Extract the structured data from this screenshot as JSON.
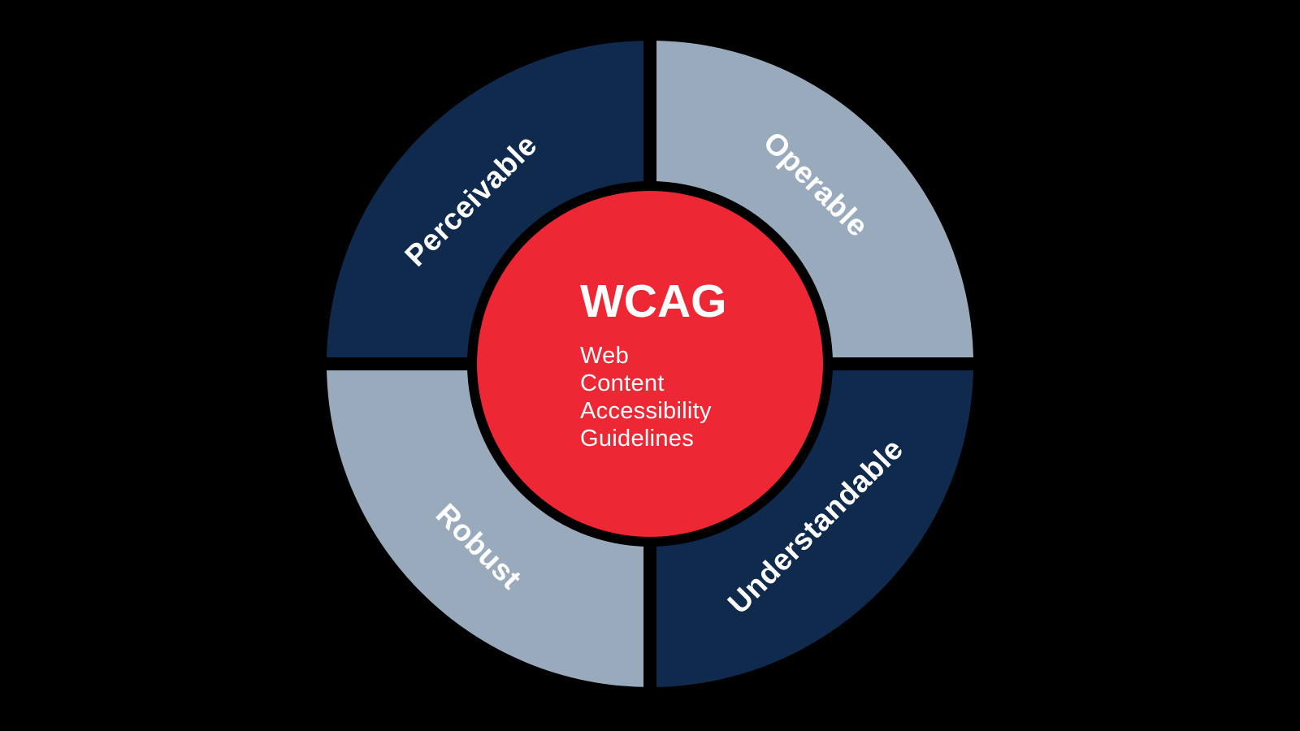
{
  "diagram": {
    "name": "WCAG principles wheel",
    "center": {
      "title": "WCAG",
      "subtitle_lines": [
        "Web",
        "Content",
        "Accessibility",
        "Guidelines"
      ]
    },
    "quadrants": [
      {
        "label": "Perceivable",
        "position": "top-left",
        "color": "#102a4e"
      },
      {
        "label": "Operable",
        "position": "top-right",
        "color": "#98aabb"
      },
      {
        "label": "Understandable",
        "position": "bottom-right",
        "color": "#102a4e"
      },
      {
        "label": "Robust",
        "position": "bottom-left",
        "color": "#98aabb"
      }
    ],
    "colors": {
      "background": "#000000",
      "navy": "#102a4e",
      "steel_blue_gray": "#98aabb",
      "center_red": "#ee2734",
      "text": "#ffffff"
    }
  }
}
